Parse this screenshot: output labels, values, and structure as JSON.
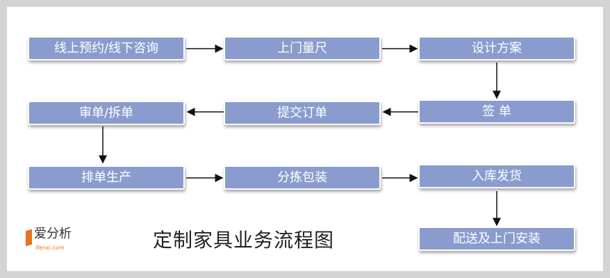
{
  "title": "定制家具业务流程图",
  "logo": {
    "name": "爱分析",
    "url": "ifenxi.com"
  },
  "steps": [
    "线上预约/线下咨询",
    "上门量尺",
    "设计方案",
    "签 单",
    "提交订单",
    "审单/拆单",
    "排单生产",
    "分拣包装",
    "入库发货",
    "配送及上门安装"
  ],
  "colors": {
    "box": "#8a9ccd",
    "logo": "#e8741f"
  }
}
